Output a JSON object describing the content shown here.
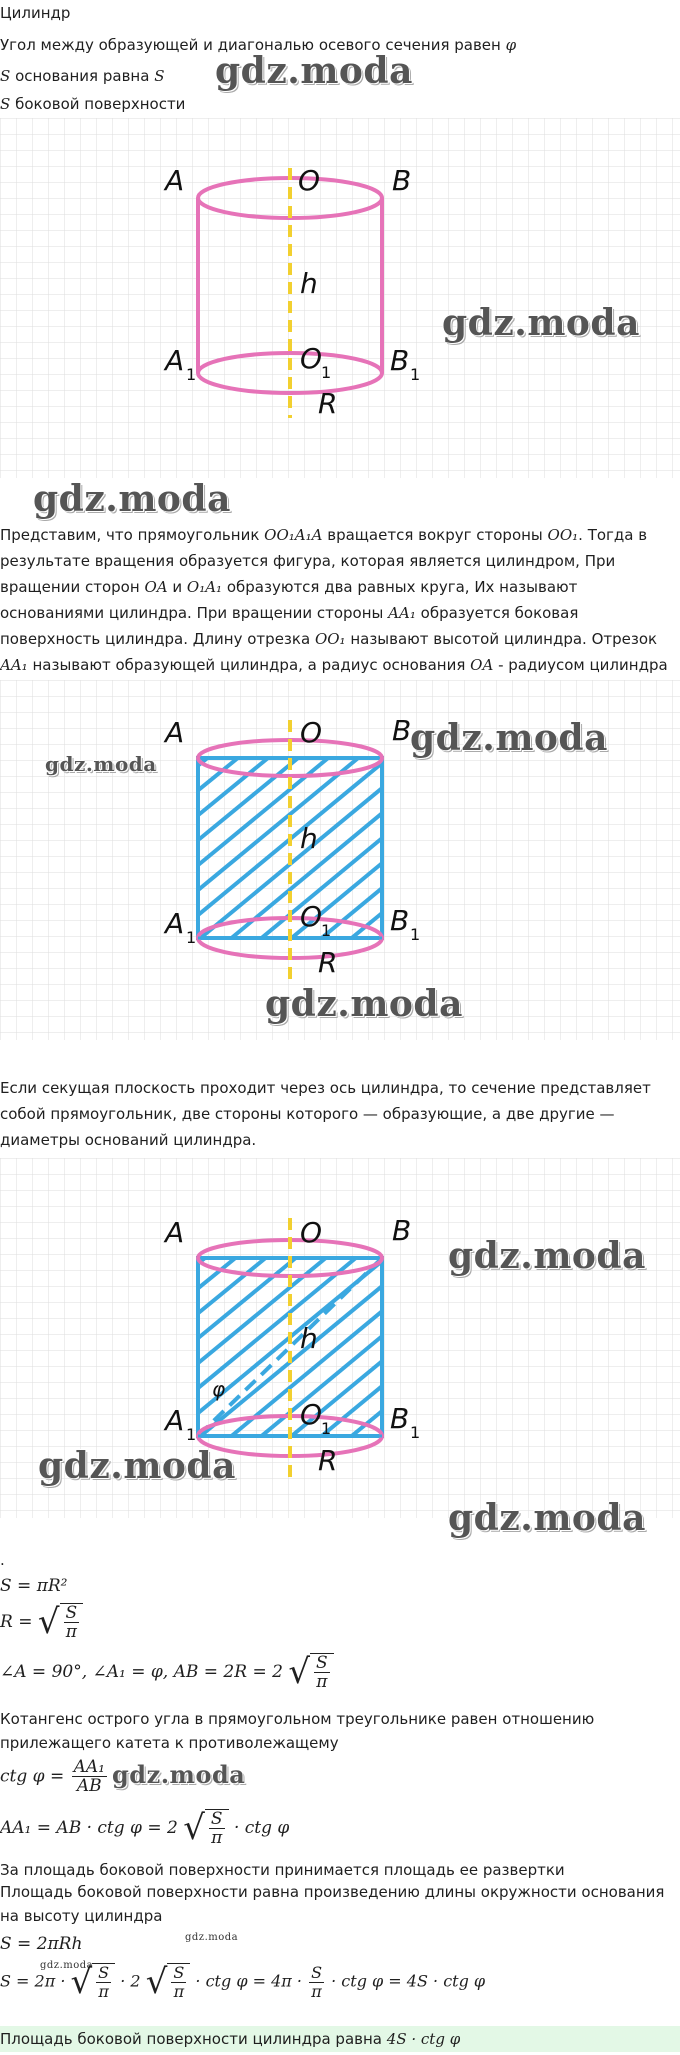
{
  "title": "Цилиндр",
  "intro": {
    "line1": "Угол между образующей и диагональю осевого сечения равен",
    "line1_sym": "φ",
    "line2_sym": "S",
    "line2": "основания равна",
    "line2_end": "S",
    "line3_sym": "S",
    "line3": "боковой поверхности"
  },
  "watermark": "gdz.moda",
  "figure_labels": {
    "A": "A",
    "O": "O",
    "B": "B",
    "h": "h",
    "A1": "A",
    "O1": "O",
    "B1": "B",
    "sub1": "1",
    "R": "R",
    "phi": "φ"
  },
  "colors": {
    "grid": "#dddddd",
    "cylinder": "#e673b8",
    "axis": "#f2d030",
    "hatch": "#3aa8e0",
    "highlight": "#e3f8e6"
  },
  "para1": {
    "t1": "Представим, что прямоугольник",
    "m1": "OO₁A₁A",
    "t2": "вращается вокруг стороны",
    "m2": "OO₁",
    "t3": ". Тогда в результате вращения образуется фигура, которая является цилиндром, При вращении сторон",
    "m3": "OA",
    "t4": "и",
    "m4": "O₁A₁",
    "t5": "образуются два равных круга, Их называют основаниями цилиндра. При вращении стороны",
    "m5": "AA₁",
    "t6": "образуется боковая поверхность цилиндра. Длину отрезка",
    "m6": "OO₁",
    "t7": "называют высотой цилиндра. Отрезок",
    "m7": "AA₁",
    "t8": "называют образующей цилиндра, а радиус основания",
    "m8": "OA",
    "t9": "- радиусом цилиндра"
  },
  "para2": "Если секущая плоскость проходит через ось цилиндра, то сечение представляет собой прямоугольник, две стороны которого — образующие, а две другие — диаметры оснований цилиндра.",
  "dot": ".",
  "math": {
    "s_eq": "S = πR²",
    "r_eq_lhs": "R =",
    "S": "S",
    "pi": "π",
    "angles": "∠A = 90°, ∠A₁ = φ, AB = 2R = 2",
    "cot_text": "Котангенс острого угла в прямоугольном треугольнике равен отношению прилежащего катета к противолежащему",
    "ctg_lhs": "ctg φ =",
    "ctg_num": "AA₁",
    "ctg_den": "AB",
    "aa1_lhs": "AA₁ = AB · ctg φ = 2",
    "aa1_rhs": "· ctg φ",
    "lateral_text1": "За площадь боковой поверхности принимается площадь ее развертки",
    "lateral_text2": "Площадь боковой поверхности равна произведению длины окружности основания на высоту цилиндра",
    "s2_eq": "S = 2πRh",
    "final_a": "S = 2π ·",
    "final_b": "· 2",
    "final_c": "· ctg φ = 4π ·",
    "final_d": "· ctg φ = 4S · ctg φ",
    "answer_text": "Площадь боковой поверхности цилиндра равна",
    "answer_math": "4S · ctg φ"
  }
}
